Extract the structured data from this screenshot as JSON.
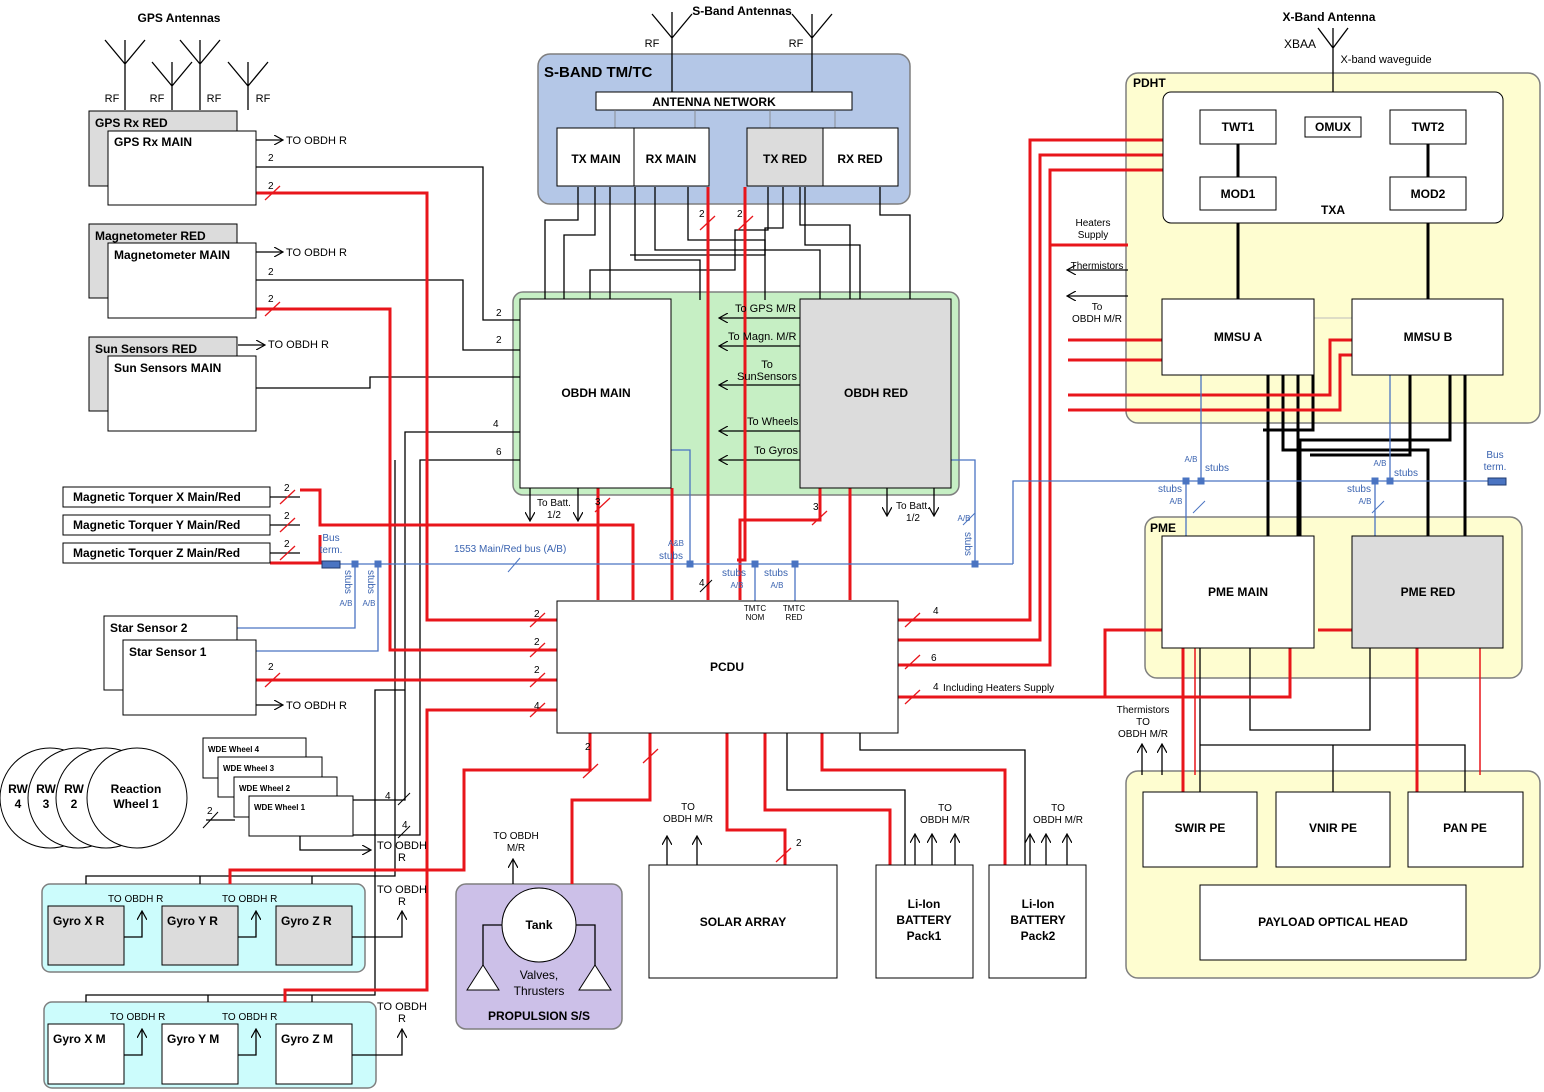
{
  "labels": {
    "gps_antennas": "GPS Antennas",
    "sband_antennas": "S-Band Antennas",
    "xband_antenna": "X-Band Antenna",
    "xbaa": "XBAA",
    "xband_waveguide": "X-band waveguide",
    "rf": "RF",
    "sband_title": "S-BAND TM/TC",
    "antenna_network": "ANTENNA NETWORK",
    "tx_main": "TX MAIN",
    "rx_main": "RX MAIN",
    "tx_red": "TX RED",
    "rx_red": "RX RED",
    "pdht": "PDHT",
    "twt1": "TWT1",
    "twt2": "TWT2",
    "omux": "OMUX",
    "mod1": "MOD1",
    "mod2": "MOD2",
    "txa": "TXA",
    "heaters_supply": [
      "Heaters",
      "Supply"
    ],
    "thermistors": "Thermistors",
    "to_obdh_mr": [
      "To",
      "OBDH M/R"
    ],
    "mmsu_a": "MMSU A",
    "mmsu_b": "MMSU B",
    "gps_rx_red": "GPS Rx RED",
    "gps_rx_main": "GPS Rx MAIN",
    "mag_red": "Magnetometer RED",
    "mag_main": "Magnetometer MAIN",
    "sun_red": "Sun Sensors RED",
    "sun_main": "Sun Sensors MAIN",
    "to_obdh_r": "TO OBDH R",
    "to_obdh_r_upper": [
      "TO OBDH",
      "R"
    ],
    "obdh_main": "OBDH MAIN",
    "obdh_red": "OBDH RED",
    "to_gps": "To GPS M/R",
    "to_magn": "To Magn. M/R",
    "to_sun": [
      "To",
      "SunSensors"
    ],
    "to_wheels": "To Wheels",
    "to_gyros": "To Gyros",
    "to_batt": [
      "To Batt.",
      "1/2"
    ],
    "mt_x": "Magnetic Torquer X Main/Red",
    "mt_y": "Magnetic Torquer Y Main/Red",
    "mt_z": "Magnetic Torquer Z Main/Red",
    "bus_term": [
      "Bus",
      "term."
    ],
    "bus_name": "1553 Main/Red bus (A/B)",
    "stubs": "stubs",
    "ab": "A/B",
    "a_and_b": "A&B",
    "tmtc_nom": [
      "TMTC",
      "NOM"
    ],
    "tmtc_red": [
      "TMTC",
      "RED"
    ],
    "pme": "PME",
    "pme_main": "PME MAIN",
    "pme_red": "PME RED",
    "star2": "Star Sensor 2",
    "star1": "Star Sensor 1",
    "pcdu": "PCDU",
    "including_heaters": "Including Heaters Supply",
    "thermistors_to": [
      "Thermistors",
      "TO",
      "OBDH M/R"
    ],
    "swir": "SWIR PE",
    "vnir": "VNIR PE",
    "pan": "PAN PE",
    "payload_head": "PAYLOAD OPTICAL HEAD",
    "wde4": "WDE Wheel 4",
    "wde3": "WDE Wheel  3",
    "wde2": "WDE Wheel  2",
    "wde1": "WDE Wheel  1",
    "rw4": [
      "RW",
      "4"
    ],
    "rw3": [
      "RW",
      "3"
    ],
    "rw2": [
      "RW",
      "2"
    ],
    "rw1": [
      "Reaction",
      "Wheel 1"
    ],
    "gyro_xr": "Gyro X R",
    "gyro_yr": "Gyro Y R",
    "gyro_zr": "Gyro Z R",
    "gyro_xm": "Gyro X M",
    "gyro_ym": "Gyro Y M",
    "gyro_zm": "Gyro Z M",
    "to_obdh_m": [
      "TO OBDH",
      "M/R"
    ],
    "tank": "Tank",
    "valves": [
      "Valves,",
      "Thrusters"
    ],
    "propulsion": "PROPULSION S/S",
    "to_obdh_mr_caps": [
      "TO",
      "OBDH M/R"
    ],
    "solar_array": "SOLAR ARRAY",
    "batt1": [
      "Li-Ion",
      "BATTERY",
      "Pack1"
    ],
    "batt2": [
      "Li-Ion",
      "BATTERY",
      "Pack2"
    ]
  },
  "colors": {
    "sband_fill": "#b4c7e7",
    "obdh_fill": "#c6efc4",
    "pdht_fill": "#fefdd0",
    "gyro_fill": "#ccfcfc",
    "prop_fill": "#ccc0e8",
    "power_line": "#e8151b",
    "bus_line": "#4a74c2",
    "redundant_fill": "#dcdcdc"
  },
  "line_counts": [
    "2",
    "3",
    "4",
    "6"
  ]
}
